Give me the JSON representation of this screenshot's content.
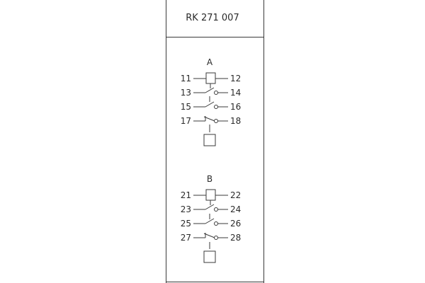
{
  "module": {
    "title": "RK 271 007"
  },
  "relays": [
    {
      "label": "A",
      "coil": {
        "left": "11",
        "right": "12"
      },
      "contacts": [
        {
          "left": "13",
          "right": "14",
          "kind": "normally-open"
        },
        {
          "left": "15",
          "right": "16",
          "kind": "normally-open"
        },
        {
          "left": "17",
          "right": "18",
          "kind": "normally-closed"
        }
      ]
    },
    {
      "label": "B",
      "coil": {
        "left": "21",
        "right": "22"
      },
      "contacts": [
        {
          "left": "23",
          "right": "24",
          "kind": "normally-open"
        },
        {
          "left": "25",
          "right": "26",
          "kind": "normally-open"
        },
        {
          "left": "27",
          "right": "28",
          "kind": "normally-closed"
        }
      ]
    }
  ],
  "colors": {
    "line": "#3a3a3a",
    "text": "#2a2a2a",
    "background": "#ffffff"
  }
}
